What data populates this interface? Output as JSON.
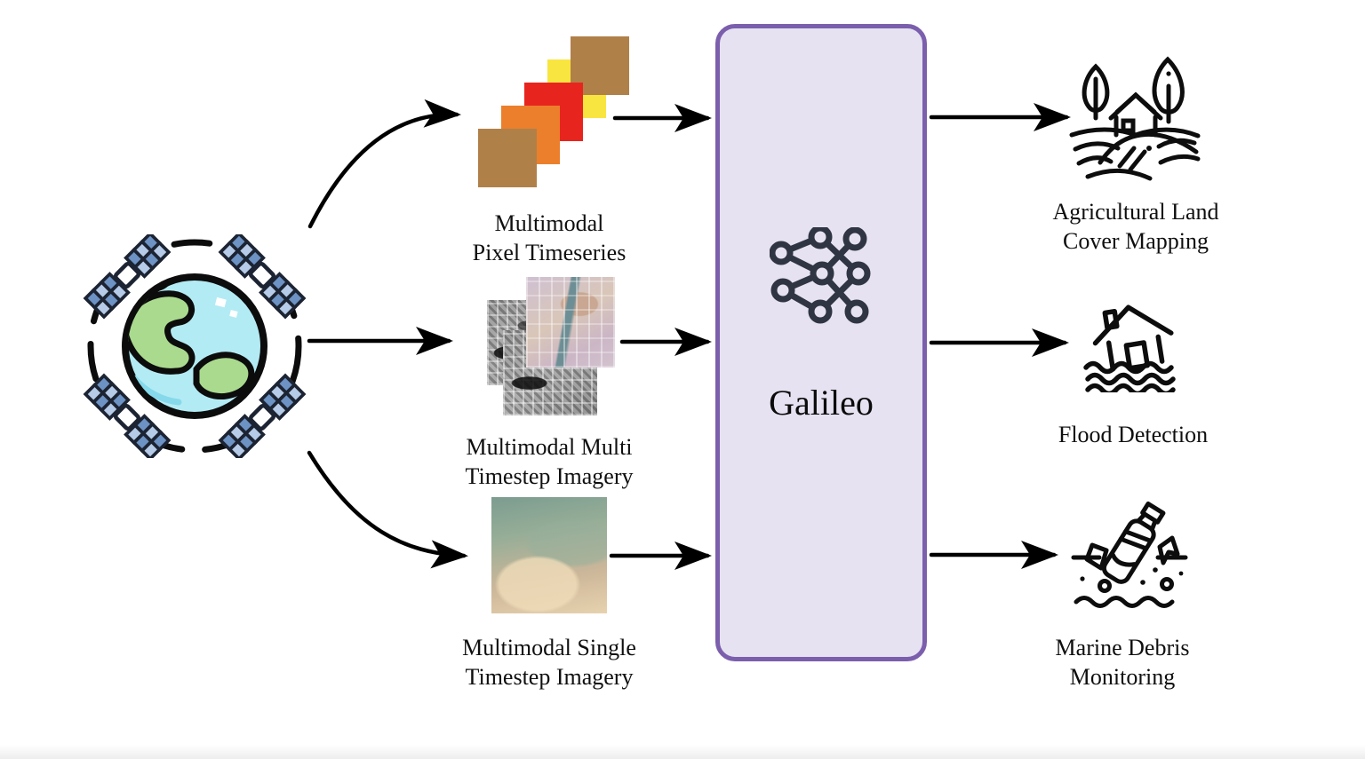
{
  "figure": {
    "source": {
      "icon": "earth-satellites-icon"
    },
    "model": {
      "name": "Galileo",
      "icon": "neural-network-icon"
    },
    "inputs": [
      {
        "icon": "pixel-timeseries-icon",
        "lines": [
          "Multimodal",
          "Pixel Timeseries"
        ]
      },
      {
        "icon": "multi-timestep-imagery-icon",
        "lines": [
          "Multimodal Multi",
          "Timestep Imagery"
        ]
      },
      {
        "icon": "single-timestep-imagery-icon",
        "lines": [
          "Multimodal Single",
          "Timestep Imagery"
        ]
      }
    ],
    "outputs": [
      {
        "icon": "agricultural-land-icon",
        "lines": [
          "Agricultural Land",
          "Cover Mapping"
        ]
      },
      {
        "icon": "flood-detection-icon",
        "lines": [
          "Flood Detection"
        ]
      },
      {
        "icon": "marine-debris-icon",
        "lines": [
          "Marine Debris",
          "Monitoring"
        ]
      }
    ],
    "colors": {
      "model_box_fill": "#e6e2f1",
      "model_box_border": "#7b5fad",
      "arrow": "#000000",
      "network_icon": "#2f3543",
      "pixel_squares": [
        "#b08049",
        "#ec7f2b",
        "#e8241f",
        "#f9e53f",
        "#b08049"
      ],
      "globe_water": "#b3ebf4",
      "globe_land": "#a9da8e",
      "satellite_panel_dark": "#6d92c4",
      "satellite_panel_light": "#b6cbe7"
    }
  }
}
